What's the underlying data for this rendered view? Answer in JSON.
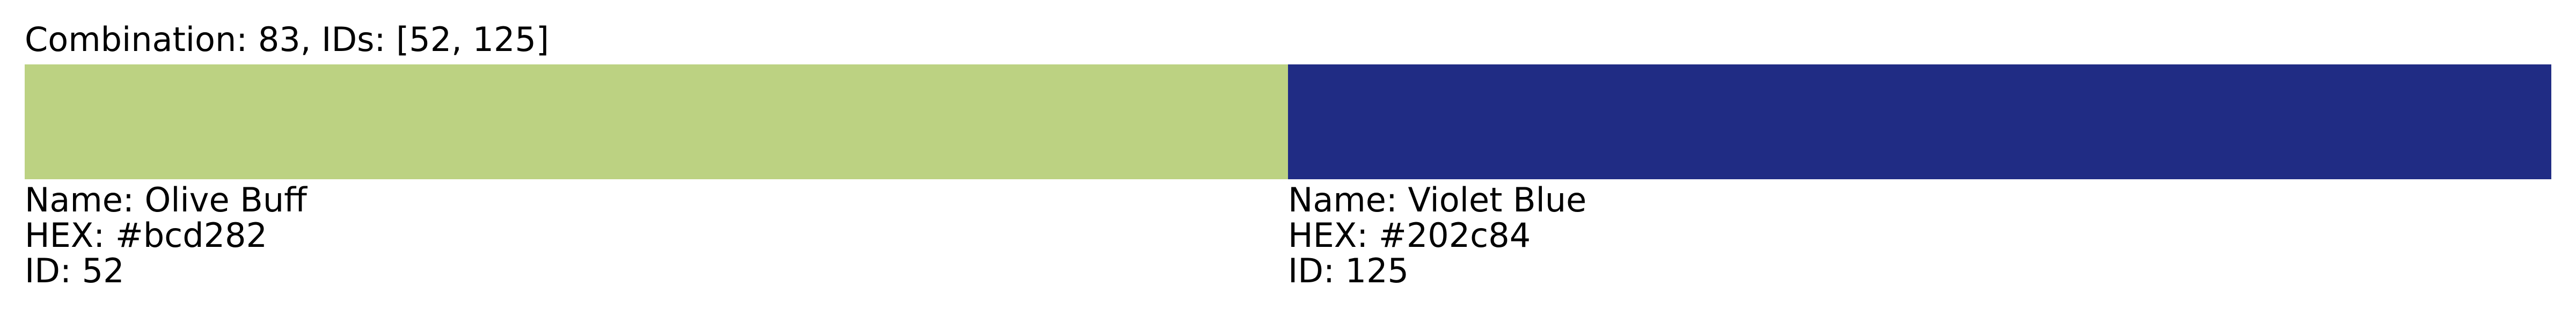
{
  "title": "Combination: 83, IDs: [52, 125]",
  "swatches": [
    {
      "color": "#bcd282",
      "name_text": "Name: Olive Buff",
      "hex_text": "HEX: #bcd282",
      "id_text": "ID: 52"
    },
    {
      "color": "#202c84",
      "name_text": "Name: Violet Blue",
      "hex_text": "HEX: #202c84",
      "id_text": "ID: 125"
    }
  ]
}
